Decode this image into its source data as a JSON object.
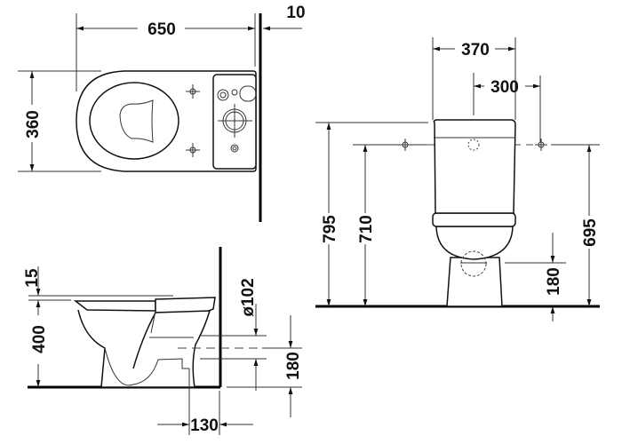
{
  "top_view": {
    "width_label": "650",
    "wall_gap_label": "10",
    "depth_label": "360"
  },
  "side_view": {
    "seat_thickness_label": "15",
    "seat_height_label": "400",
    "outlet_diameter_label": "ø102",
    "outlet_height_label": "180",
    "outlet_wall_label": "130"
  },
  "front_view": {
    "tank_width_label": "370",
    "fixing_spacing_label": "300",
    "total_height_label": "795",
    "fixing_height_label": "710",
    "tank_fixing_height_label": "695",
    "outlet_height_label": "180"
  }
}
